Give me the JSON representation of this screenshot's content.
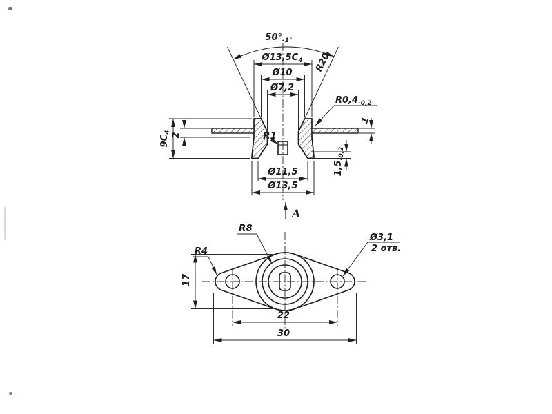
{
  "ink": "#1f1f1f",
  "section_view": {
    "angle_main": "50°",
    "angle_tol": "-1°",
    "dia_top_main": "Ø13,5C",
    "dia_top_sub": "4",
    "dia_mid": "Ø10",
    "dia_bore": "Ø7,2",
    "radius_r20": "R20",
    "fillet_main": "R0,4",
    "fillet_tol": "-0,2",
    "flange_thk": "1",
    "height_main": "9C",
    "height_sub": "4",
    "offset_2": "2",
    "radius_r1": "R1",
    "dia_bottom_inner": "Ø11,5",
    "dia_bottom_outer": "Ø13,5",
    "skirt_main": "1,5",
    "skirt_tol": "-0,2"
  },
  "view_label": "A",
  "plan_view": {
    "radius_r8": "R8",
    "radius_r4": "R4",
    "hole_dia": "Ø3,1",
    "hole_count": "2 отв.",
    "height": "17",
    "hole_spacing": "22",
    "length": "30"
  }
}
